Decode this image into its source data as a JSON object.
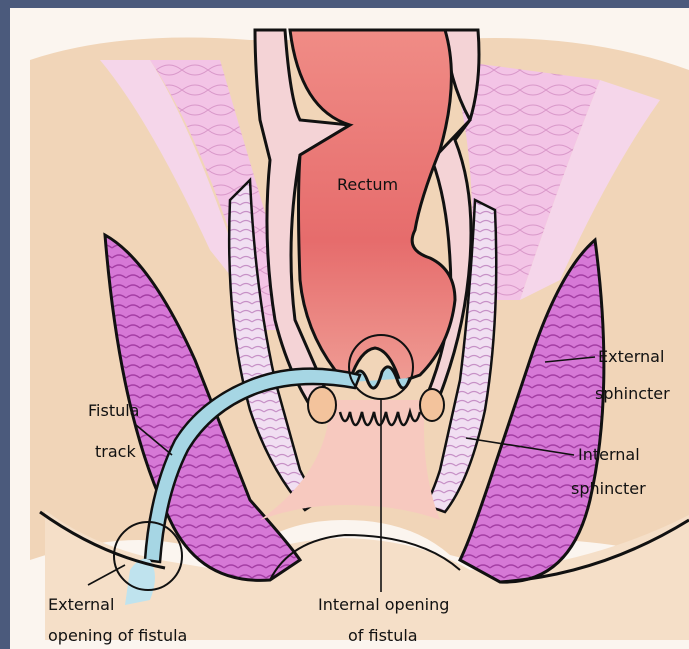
{
  "labels": {
    "rectum": "Rectum",
    "fistula_track_line1": "Fistula",
    "fistula_track_line2": "track",
    "external_sphincter_line1": "External",
    "external_sphincter_line2": "sphincter",
    "internal_sphincter_line1": "Internal",
    "internal_sphincter_line2": "sphincter",
    "external_opening_line1": "External",
    "external_opening_line2": "opening of fistula",
    "internal_opening_line1": "Internal opening",
    "internal_opening_line2": "of fistula"
  },
  "colors": {
    "frame_border": "#4b5a7c",
    "paper": "#fbf5ef",
    "rectum": "#ea6f6f",
    "rectum_light": "#f6b0a8",
    "skin": "#f0d2b2",
    "mucosa": "#f3c9c4",
    "internal_sphincter": "#ecd6ee",
    "external_sphincter": "#cc64cc",
    "levator": "#eebfe6",
    "fistula": "#a6d6e4",
    "outline": "#111111"
  }
}
